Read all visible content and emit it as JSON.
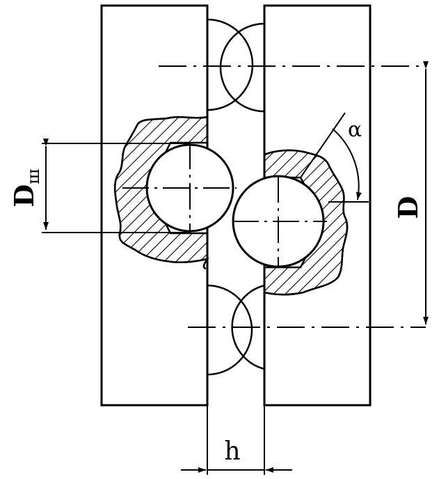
{
  "labels": {
    "h": "h",
    "D": "D",
    "alpha": "α",
    "d_main": "D",
    "d_sub": "ш"
  },
  "colors": {
    "stroke": "#000000",
    "background": "#ffffff"
  }
}
